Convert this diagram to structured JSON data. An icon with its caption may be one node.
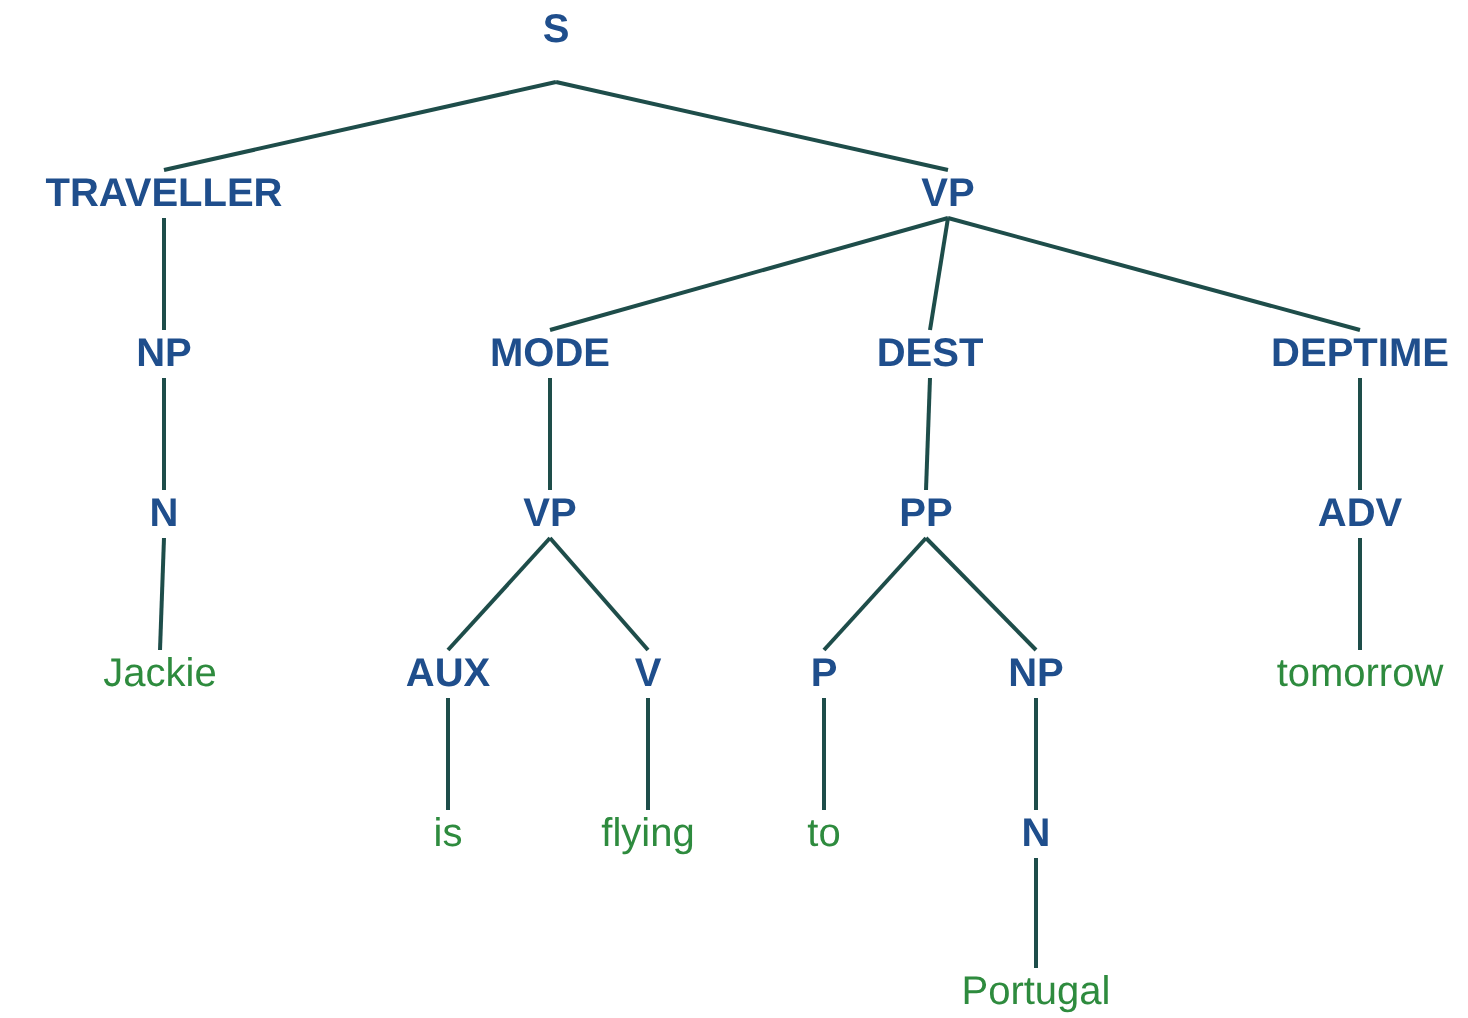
{
  "diagram": {
    "nodes": [
      {
        "text": [
          "S"
        ]
      },
      {
        "text": [
          "TRAVELLER"
        ]
      },
      {
        "text": [
          "VP"
        ]
      },
      {
        "text": [
          "NP"
        ]
      },
      {
        "text": [
          "N"
        ]
      },
      {
        "text": [
          "Jackie"
        ]
      },
      {
        "text": [
          "MODE"
        ]
      },
      {
        "text": [
          "DEST"
        ]
      },
      {
        "text": [
          "DEPTIME"
        ]
      },
      {
        "text": [
          "VP"
        ]
      },
      {
        "text": [
          "PP"
        ]
      },
      {
        "text": [
          "ADV"
        ]
      },
      {
        "text": [
          "AUX"
        ]
      },
      {
        "text": [
          "V"
        ]
      },
      {
        "text": [
          "P"
        ]
      },
      {
        "text": [
          "NP"
        ]
      },
      {
        "text": [
          "tomorrow"
        ]
      },
      {
        "text": [
          "is"
        ]
      },
      {
        "text": [
          "flying"
        ]
      },
      {
        "text": [
          "to"
        ]
      },
      {
        "text": [
          "N"
        ]
      },
      {
        "text": [
          "Portugal"
        ]
      }
    ],
    "edges": [
      {
        "from": 0,
        "to": 1,
        "arrow": "none"
      },
      {
        "from": 0,
        "to": 2,
        "arrow": "none"
      },
      {
        "from": 1,
        "to": 3,
        "arrow": "none"
      },
      {
        "from": 3,
        "to": 4,
        "arrow": "none"
      },
      {
        "from": 4,
        "to": 5,
        "arrow": "none"
      },
      {
        "from": 2,
        "to": 6,
        "arrow": "none"
      },
      {
        "from": 2,
        "to": 7,
        "arrow": "none"
      },
      {
        "from": 2,
        "to": 8,
        "arrow": "none"
      },
      {
        "from": 6,
        "to": 9,
        "arrow": "none"
      },
      {
        "from": 7,
        "to": 10,
        "arrow": "none"
      },
      {
        "from": 8,
        "to": 11,
        "arrow": "none"
      },
      {
        "from": 9,
        "to": 12,
        "arrow": "none"
      },
      {
        "from": 9,
        "to": 13,
        "arrow": "none"
      },
      {
        "from": 10,
        "to": 14,
        "arrow": "none"
      },
      {
        "from": 10,
        "to": 15,
        "arrow": "none"
      },
      {
        "from": 11,
        "to": 16,
        "arrow": "none"
      },
      {
        "from": 12,
        "to": 17,
        "arrow": "none"
      },
      {
        "from": 13,
        "to": 18,
        "arrow": "none"
      },
      {
        "from": 14,
        "to": 19,
        "arrow": "none"
      },
      {
        "from": 15,
        "to": 20,
        "arrow": "none"
      },
      {
        "from": 20,
        "to": 21,
        "arrow": "none"
      }
    ]
  }
}
